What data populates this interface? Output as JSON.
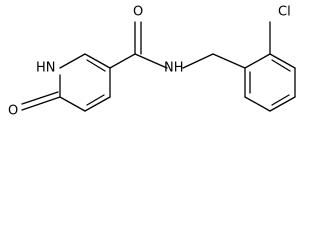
{
  "structure": {
    "atoms": {
      "cl": "Cl",
      "o_amide": "O",
      "nh_amide": "NH",
      "nh_ring": "HN",
      "o_ring": "O"
    }
  }
}
